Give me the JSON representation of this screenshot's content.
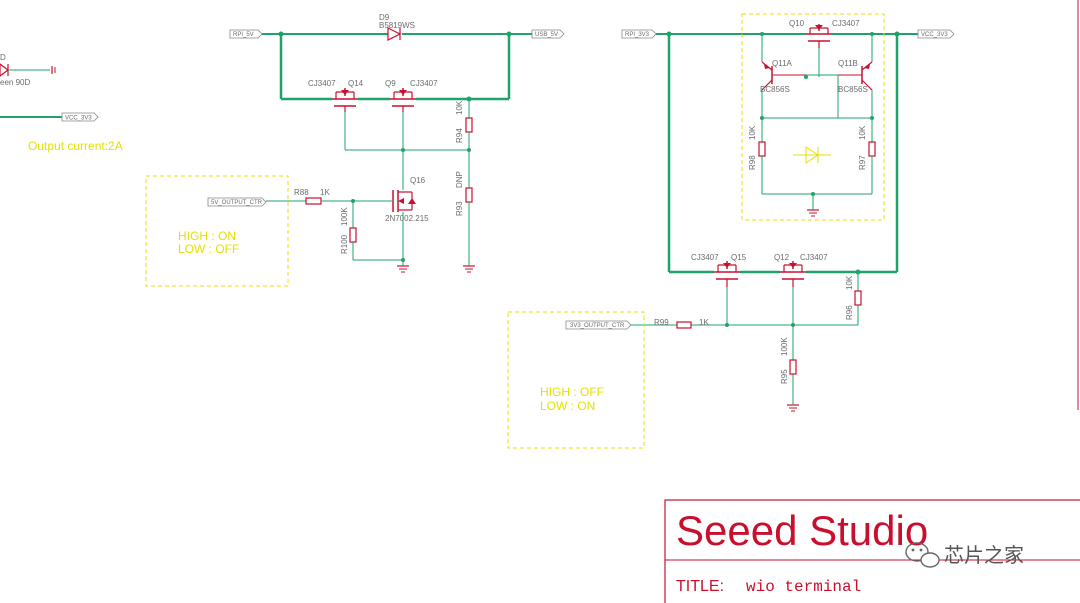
{
  "labels": {
    "d9": "D9",
    "d9_part": "B5819WS",
    "cj_q14": "CJ3407",
    "q14": "Q14",
    "q9": "Q9",
    "cj_q9": "CJ3407",
    "q10": "Q10",
    "cj_q10": "CJ3407",
    "q11a": "Q11A",
    "q11b": "Q11B",
    "bc_a": "BC856S",
    "bc_b": "BC856S",
    "r94": "R94",
    "r94_val": "10K",
    "r93": "R93",
    "r93_val": "DNP",
    "r88": "R88",
    "r88_val": "1K",
    "r100": "R100",
    "r100_val": "100K",
    "q16": "Q16",
    "q16_part": "2N7002.215",
    "r98": "R98",
    "r98_val": "10K",
    "r97": "R97",
    "r97_val": "10K",
    "cj_q15": "CJ3407",
    "q15": "Q15",
    "q12": "Q12",
    "cj_q12": "CJ3407",
    "r96": "R96",
    "r96_val": "10K",
    "r99": "R99",
    "r99_val": "1K",
    "r95": "R95",
    "r95_val": "100K",
    "led_partial": "D",
    "led_part": "een 90D"
  },
  "nets": {
    "rpi_5v": "RPI_5V",
    "usb_5v": "USB_5V",
    "rpi_3v3": "RPI_3V3",
    "vcc_3v3_right": "VCC_3V3",
    "vcc_3v3_left": "VCC_3V3",
    "out_5v_ctr": "5V_OUTPUT_CTR",
    "out_3v3_ctr": "3V3_OUTPUT_CTR"
  },
  "notes": {
    "output_current": "Output current:2A",
    "five_v_high": "HIGH : ON",
    "five_v_low": "LOW : OFF",
    "three_v_high": "HIGH : OFF",
    "three_v_low": "LOW : ON"
  },
  "title_block": {
    "company": "Seeed Studio",
    "title_label": "TITLE:",
    "title_value": "wio terminal"
  },
  "watermark": "芯片之家",
  "colors": {
    "wire": "#1fa36b",
    "component": "#c8102e",
    "annotation": "#e6e000",
    "text": "#6b6b6b"
  }
}
